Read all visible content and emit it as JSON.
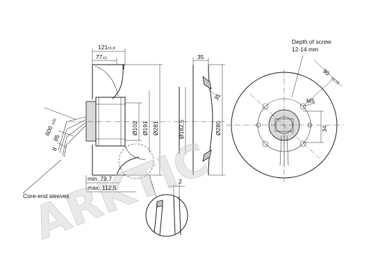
{
  "watermark": "ARKTIC",
  "dimensions": {
    "d121": "121",
    "d121_tol": "±1,8",
    "d77": "77",
    "d77_tol": "±1",
    "d35": "35",
    "d31": "31",
    "d102": "Ø102",
    "d191": "Ø191",
    "d281": "Ø281",
    "d182": "Ø182,5",
    "d280": "Ø280",
    "d600": "600",
    "d600_tol": "±20",
    "d85": "85",
    "d8": "8",
    "dmin": "min. 79,7",
    "dmax": "max. 112,5",
    "d2": "2",
    "d90": "90",
    "d90_tol": "±0,15",
    "d34": "34",
    "m5": "M5"
  },
  "notes": {
    "screw_line1": "Depth of screw",
    "screw_line2": "12-14 mm",
    "sleeves": "Core-end sleeves"
  }
}
